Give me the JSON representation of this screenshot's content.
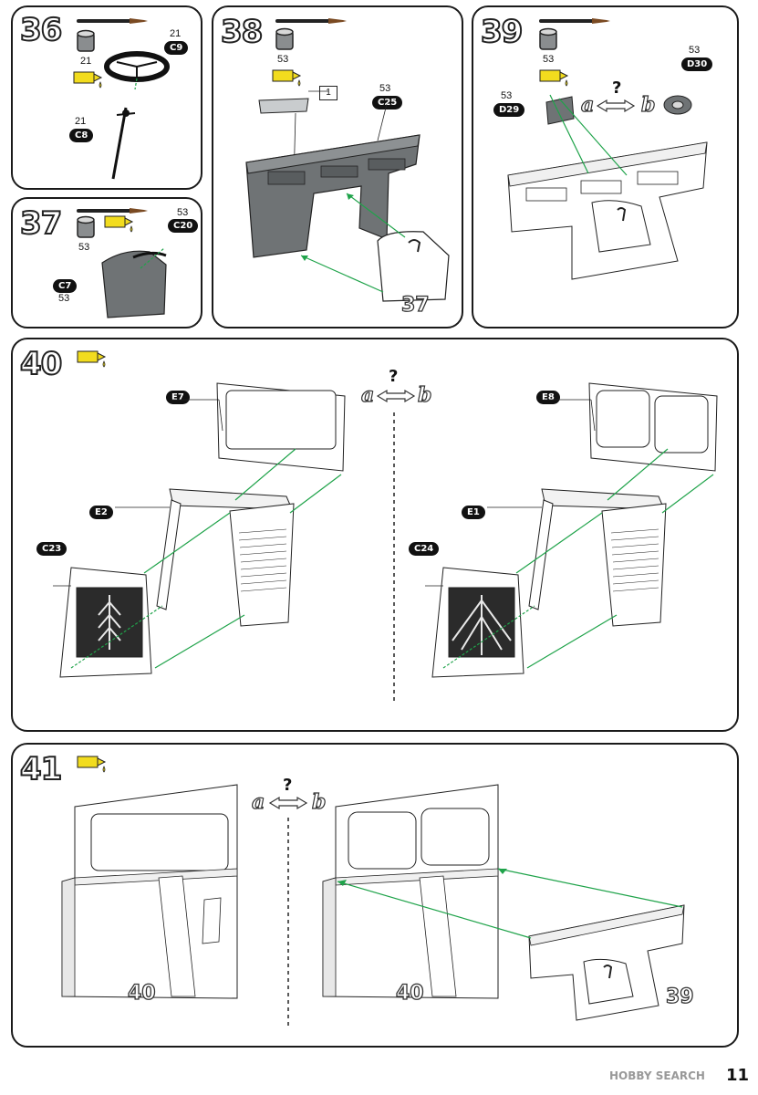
{
  "page_number": "11",
  "watermark": "HOBBY SEARCH",
  "steps": {
    "s36": {
      "number": "36",
      "paint_code": "21",
      "parts": [
        {
          "code": "C9",
          "paint": "21"
        },
        {
          "code": "C8",
          "paint": "21"
        }
      ]
    },
    "s37": {
      "number": "37",
      "paint_code": "53",
      "parts": [
        {
          "code": "C20",
          "paint": "53"
        },
        {
          "code": "C7",
          "paint": "53"
        }
      ]
    },
    "s38": {
      "number": "38",
      "paint_code": "53",
      "parts": [
        {
          "code": "C25",
          "paint": "53"
        }
      ],
      "callout": "1",
      "ref_step": "37"
    },
    "s39": {
      "number": "39",
      "paint_code": "53",
      "parts": [
        {
          "code": "D29",
          "paint": "53"
        },
        {
          "code": "D30",
          "paint": "53"
        }
      ],
      "choice": {
        "q": "?",
        "a": "a",
        "b": "b"
      }
    },
    "s40": {
      "number": "40",
      "choice": {
        "q": "?",
        "a": "a",
        "b": "b"
      },
      "left_parts": [
        "E7",
        "E2",
        "C23"
      ],
      "right_parts": [
        "E8",
        "E1",
        "C24"
      ]
    },
    "s41": {
      "number": "41",
      "choice": {
        "q": "?",
        "a": "a",
        "b": "b"
      },
      "refs": [
        "40",
        "40",
        "39"
      ]
    }
  },
  "colors": {
    "glue": "#f2dc1e",
    "arrow": "#1fa34a",
    "dark_part": "#6f7375",
    "paint_can": "#8a8d8f"
  }
}
